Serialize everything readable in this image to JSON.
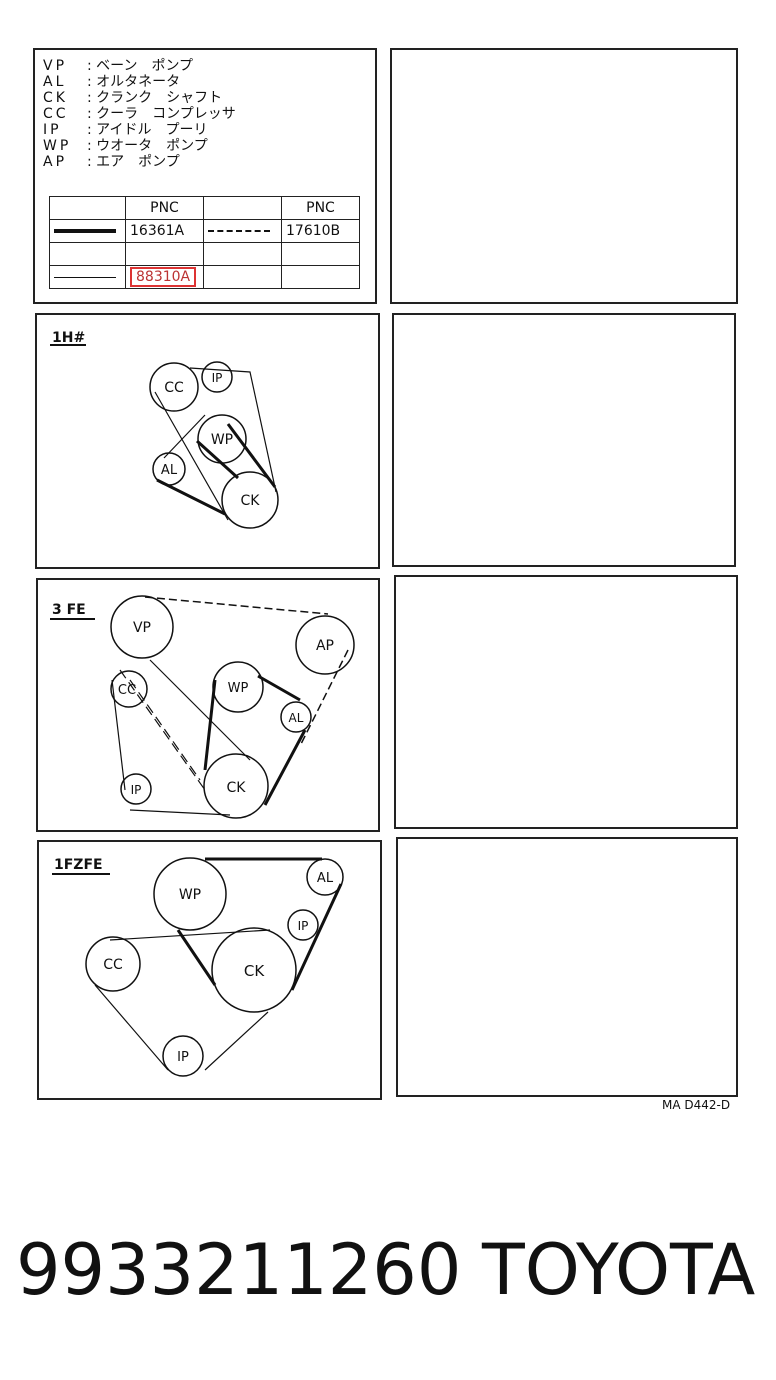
{
  "legend": [
    {
      "code": "VP",
      "name": "ベーン　ポンプ"
    },
    {
      "code": "AL",
      "name": "オルタネータ"
    },
    {
      "code": "CK",
      "name": "クランク　シャフト"
    },
    {
      "code": "CC",
      "name": "クーラ　コンプレッサ"
    },
    {
      "code": "IP",
      "name": "アイドル　プーリ"
    },
    {
      "code": "WP",
      "name": "ウオータ　ポンプ"
    },
    {
      "code": "AP",
      "name": "エア　ポンプ"
    }
  ],
  "pnc_table": {
    "header": "PNC",
    "rows": [
      {
        "left_line": "solid-thick",
        "left_pnc": "16361A",
        "right_line": "dash-dot",
        "right_pnc": "17610B"
      },
      {
        "left_line": "",
        "left_pnc": "",
        "right_line": "",
        "right_pnc": ""
      },
      {
        "left_line": "thin",
        "left_pnc": "88310A",
        "right_line": "",
        "right_pnc": ""
      }
    ]
  },
  "diagrams": [
    {
      "engine": "1H#",
      "pulleys": [
        "CC",
        "IP",
        "WP",
        "AL",
        "CK"
      ]
    },
    {
      "engine": "3 FE",
      "pulleys": [
        "VP",
        "AP",
        "CC",
        "WP",
        "AL",
        "IP",
        "CK"
      ]
    },
    {
      "engine": "1FZFE",
      "pulleys": [
        "WP",
        "AL",
        "IP",
        "CC",
        "CK",
        "IP"
      ]
    }
  ],
  "figure_code": "MA D442-D",
  "part_number": "9933211260",
  "brand": "TOYOTA"
}
